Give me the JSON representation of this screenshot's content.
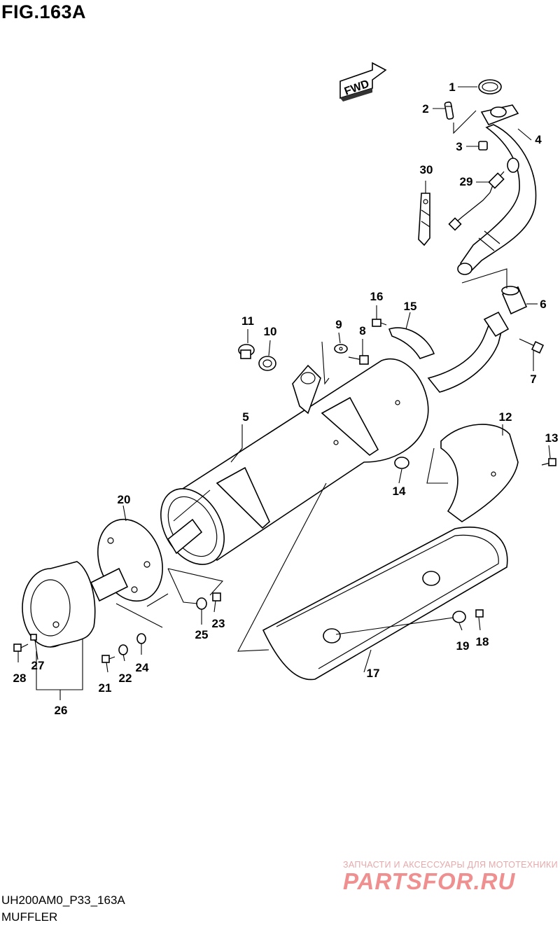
{
  "figure": {
    "title": "FIG.163A",
    "code": "UH200AM0_P33_163A",
    "caption": "MUFFLER"
  },
  "direction_label": "FWD",
  "watermark": {
    "tagline": "ЗАПЧАСТИ И АКСЕССУАРЫ ДЛЯ МОТОТЕХНИКИ",
    "brand": "PARTSFOR.RU"
  },
  "callouts": [
    "1",
    "2",
    "3",
    "4",
    "5",
    "6",
    "7",
    "8",
    "9",
    "10",
    "11",
    "12",
    "13",
    "14",
    "15",
    "16",
    "17",
    "18",
    "19",
    "20",
    "21",
    "22",
    "23",
    "24",
    "25",
    "26",
    "27",
    "28",
    "29",
    "30"
  ]
}
